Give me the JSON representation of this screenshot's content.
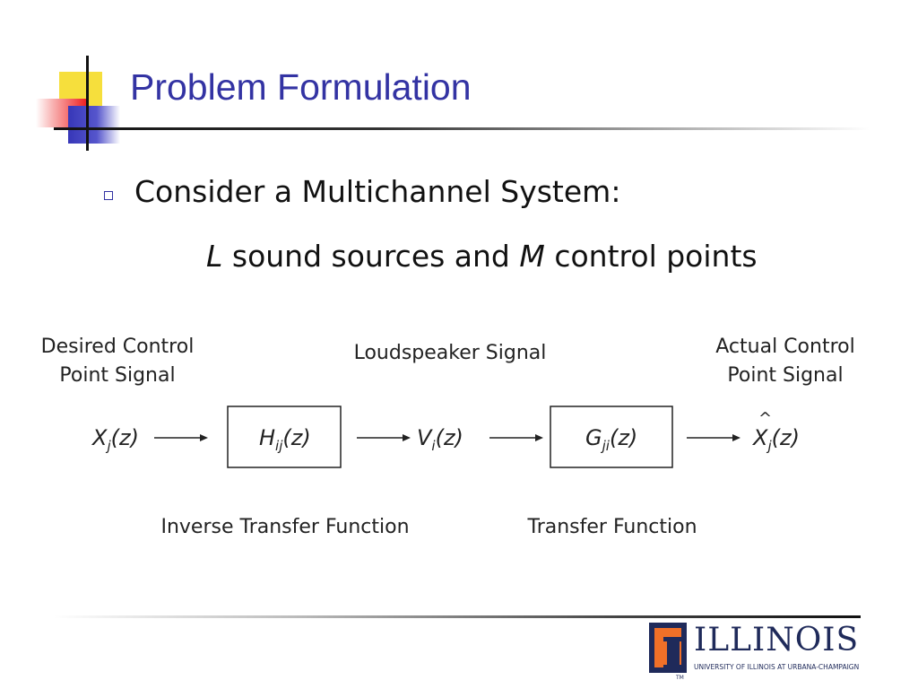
{
  "slide": {
    "title": "Problem Formulation",
    "bullet": "Consider a Multichannel System:",
    "subline": {
      "L": "L",
      "part1": " sound sources and ",
      "M": "M",
      "part2": " control points"
    }
  },
  "diagram": {
    "input_label_line1": "Desired Control",
    "input_label_line2": "Point Signal",
    "middle_label": "Loudspeaker Signal",
    "output_label_line1": "Actual Control",
    "output_label_line2": "Point Signal",
    "input_signal": {
      "base": "X",
      "sub": "j",
      "arg": "(z)"
    },
    "block1": {
      "base": "H",
      "sub": "ij",
      "arg": "(z)"
    },
    "mid_signal": {
      "base": "V",
      "sub": "i",
      "arg": "(z)"
    },
    "block2": {
      "base": "G",
      "sub": "ji",
      "arg": "(z)"
    },
    "output_signal": {
      "base": "X",
      "sub": "j",
      "arg": "(z)",
      "hat": "^"
    },
    "block1_caption": "Inverse Transfer Function",
    "block2_caption": "Transfer Function"
  },
  "logo": {
    "wordmark": "ILLINOIS",
    "subtitle": "UNIVERSITY OF ILLINOIS AT URBANA-CHAMPAIGN",
    "tm": "TM"
  }
}
